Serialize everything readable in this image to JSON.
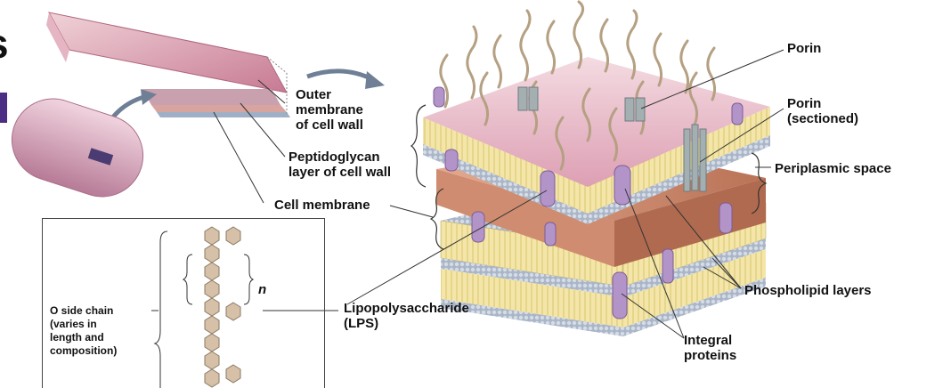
{
  "page": {
    "corner_glyph": "s"
  },
  "labels": {
    "outer_membrane": "Outer\nmembrane\nof cell wall",
    "peptidoglycan": "Peptidoglycan\nlayer of cell wall",
    "cell_membrane": "Cell membrane",
    "porin": "Porin",
    "porin_sectioned": "Porin\n(sectioned)",
    "periplasmic_space": "Periplasmic space",
    "phospholipid_layers": "Phospholipid layers",
    "lps": "Lipopolysaccharide\n(LPS)",
    "integral_proteins": "Integral\nproteins"
  },
  "inset": {
    "o_side_chain": "O side chain\n(varies in\nlength and\ncomposition)",
    "repeat_symbol": "n"
  },
  "colors": {
    "accent_tab": "#4b2e83",
    "membrane_pink": "#d89aae",
    "peptidoglycan": "#c98a70",
    "lipid_tails": "#f0e2a0",
    "head_groups": "#b9c3d3",
    "protein_purple": "#a98bc0",
    "porin_gray": "#9aa6a8",
    "sugar_beige": "#d8c3aa"
  }
}
